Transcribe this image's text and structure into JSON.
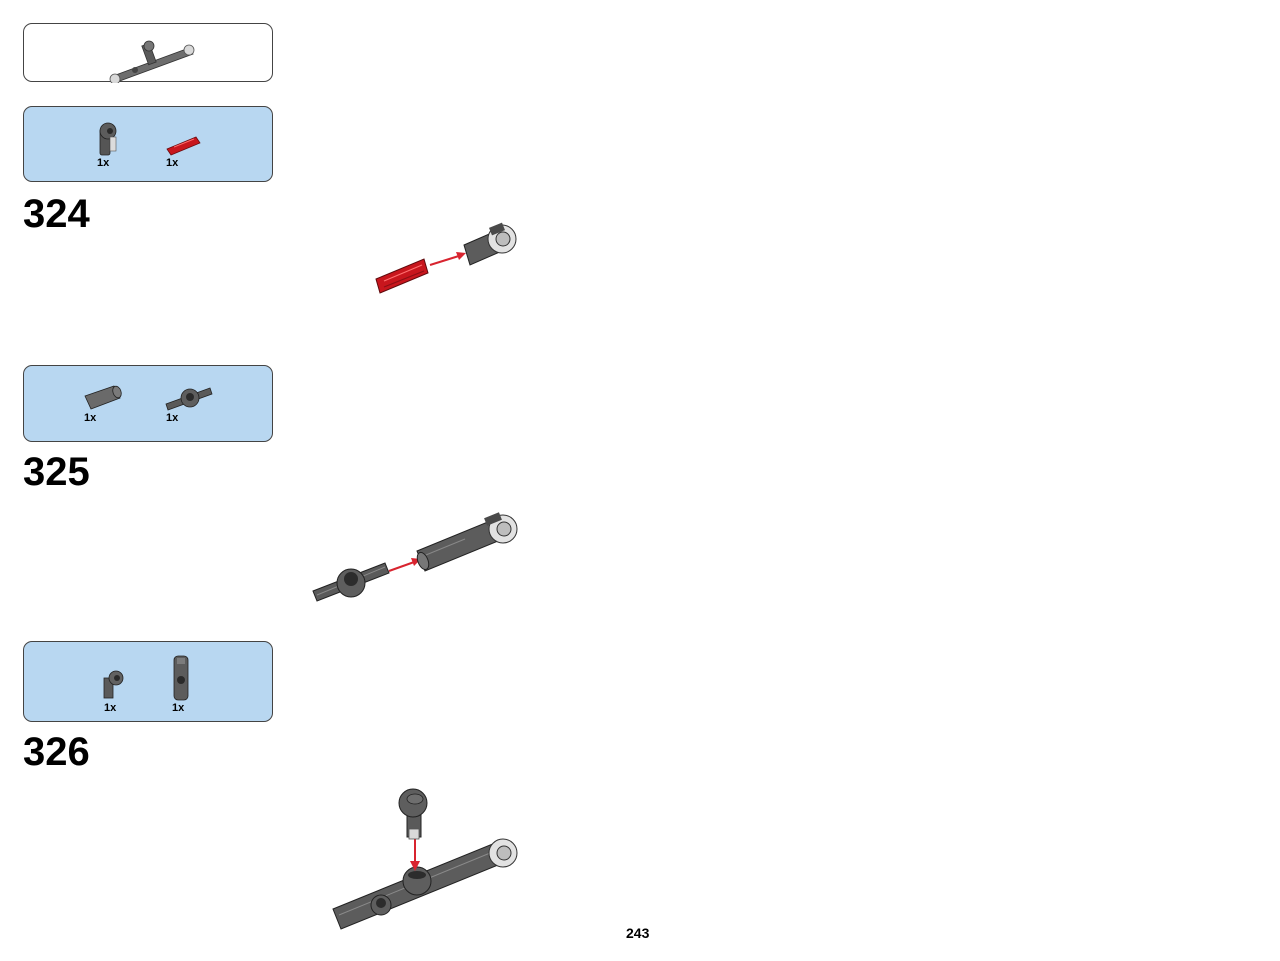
{
  "page": {
    "number": "243"
  },
  "colors": {
    "parts_panel": "#b8d7f1",
    "arrow": "#d8242f",
    "part_dark": "#5c5c5c",
    "part_red": "#c8161d",
    "part_light": "#e2e2e2"
  },
  "subassembly": {
    "icon": "beam-subassembly-icon"
  },
  "steps": [
    {
      "number": "324",
      "parts": [
        {
          "qty": "1x",
          "icon": "axle-pin-connector-icon"
        },
        {
          "qty": "1x",
          "icon": "red-axle-icon"
        }
      ]
    },
    {
      "number": "325",
      "parts": [
        {
          "qty": "1x",
          "icon": "axle-connector-icon"
        },
        {
          "qty": "1x",
          "icon": "cross-block-icon"
        }
      ]
    },
    {
      "number": "326",
      "parts": [
        {
          "qty": "1x",
          "icon": "angle-connector-icon"
        },
        {
          "qty": "1x",
          "icon": "pin-connector-icon"
        }
      ]
    }
  ]
}
